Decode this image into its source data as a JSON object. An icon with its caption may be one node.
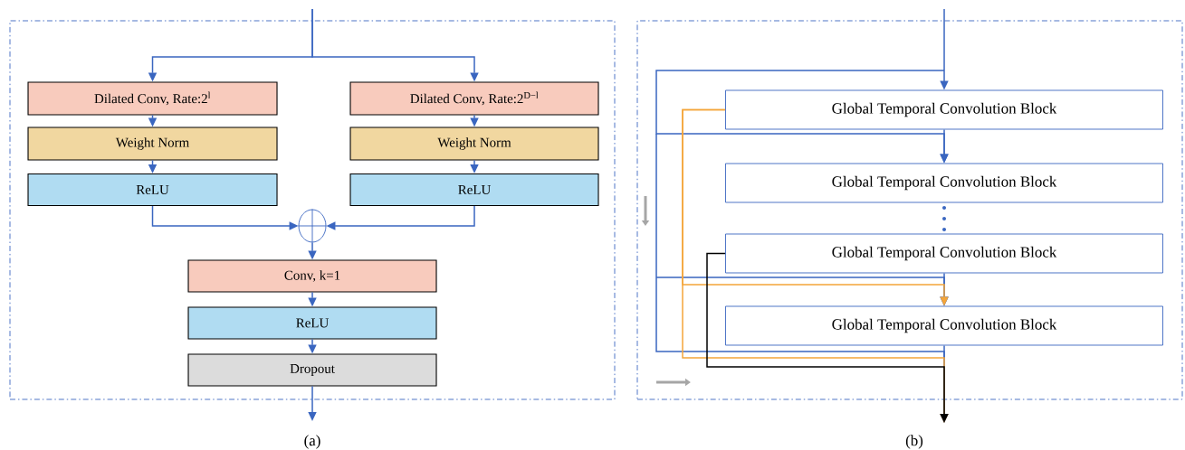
{
  "diagram": {
    "nodes": [
      {
        "text": [],
        "shape": "box",
        "beside": [
          "(a)"
        ]
      },
      {
        "text": [
          "Dilated Conv, Rate:2$^{l}$"
        ],
        "in": 0
      },
      {
        "text": [
          "Dilated Conv, Rate:2$^{D−l}$"
        ],
        "in": 0
      },
      {
        "text": [
          "Weight Norm"
        ],
        "in": 0
      },
      {
        "text": [
          "Weight Norm"
        ],
        "in": 0
      },
      {
        "text": [
          "ReLU"
        ],
        "in": 0
      },
      {
        "text": [
          "ReLU"
        ],
        "in": 0
      },
      {
        "text": [],
        "shape": "circle",
        "in": 0
      },
      {
        "text": [
          "Conv, k=1"
        ],
        "in": 0
      },
      {
        "text": [
          "ReLU"
        ],
        "in": 0
      },
      {
        "text": [
          "Dropout"
        ],
        "in": 0
      },
      {
        "text": [],
        "shape": "box",
        "beside": [
          "(b)"
        ]
      },
      {
        "text": [
          "Global Temporal Convolution Block"
        ],
        "in": 11
      },
      {
        "text": [
          "Global Temporal Convolution Block"
        ],
        "in": 11
      },
      {
        "text": [
          "Global Temporal Convolution Block"
        ],
        "in": 11
      },
      {
        "text": [
          "Global Temporal Convolution Block"
        ],
        "in": 11
      }
    ],
    "edges": [
      {
        "from": null,
        "to": 1,
        "arrow": "to"
      },
      {
        "from": null,
        "to": 2,
        "arrow": "to"
      },
      {
        "from": 1,
        "to": 3,
        "arrow": "to"
      },
      {
        "from": 2,
        "to": 4,
        "arrow": "to"
      },
      {
        "from": 3,
        "to": 5,
        "arrow": "to"
      },
      {
        "from": 4,
        "to": 6,
        "arrow": "to"
      },
      {
        "from": 5,
        "to": 7,
        "arrow": "to"
      },
      {
        "from": 6,
        "to": 7,
        "arrow": "to"
      },
      {
        "from": 7,
        "to": 8,
        "arrow": "to"
      },
      {
        "from": 8,
        "to": 9,
        "arrow": "to"
      },
      {
        "from": 9,
        "to": 10,
        "arrow": "to"
      },
      {
        "from": 10,
        "to": null,
        "arrow": "to"
      },
      {
        "from": null,
        "to": 12,
        "arrow": "to"
      },
      {
        "from": 12,
        "to": 13,
        "arrow": "to"
      },
      {
        "from": 14,
        "to": 15,
        "arrow": "to"
      },
      {
        "from": 15,
        "to": null,
        "arrow": "to"
      },
      {
        "from": null,
        "to": 13,
        "arrow": "to"
      },
      {
        "from": null,
        "to": 15,
        "arrow": "to"
      },
      {
        "from": 12,
        "to": 15,
        "arrow": "to",
        "color": "#f4a53a"
      },
      {
        "from": 12,
        "to": null,
        "arrow": "to",
        "color": "#f4a53a"
      },
      {
        "from": 14,
        "to": null,
        "arrow": "to",
        "color": "#000000"
      }
    ]
  }
}
